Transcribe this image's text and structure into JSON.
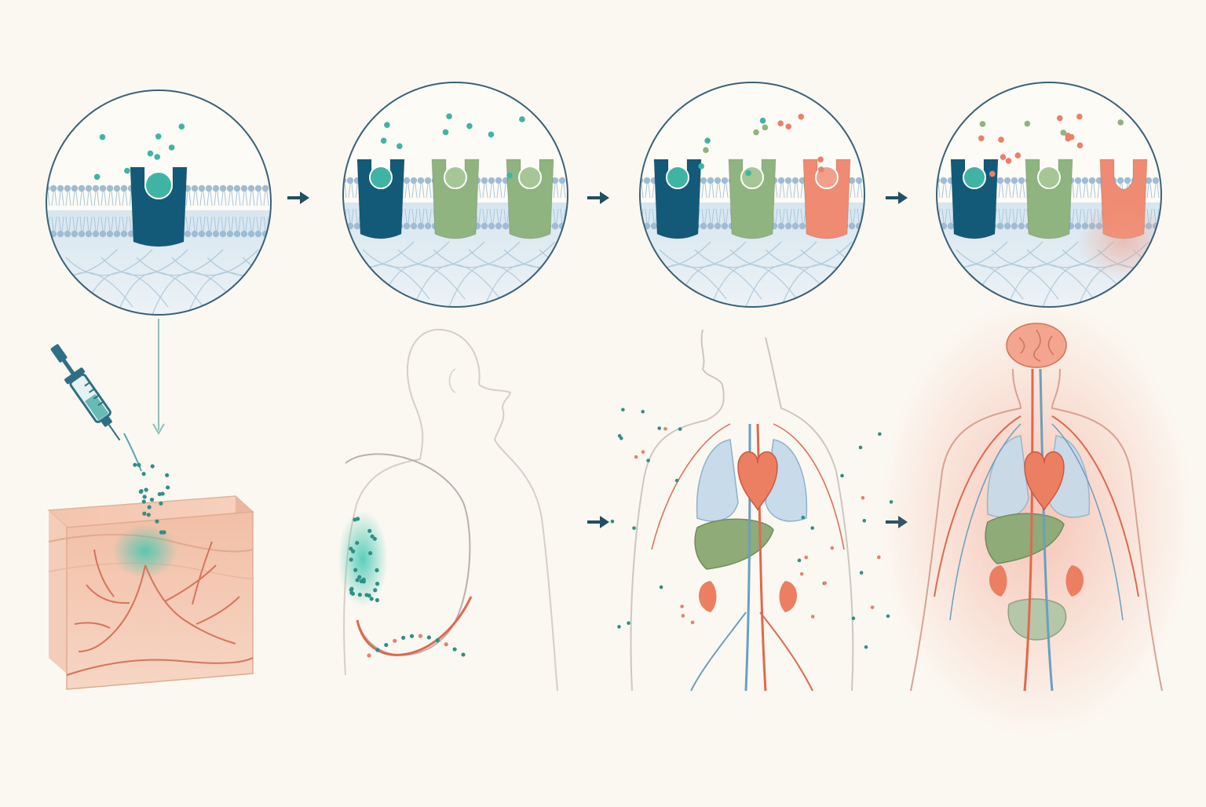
{
  "colors": {
    "background": "#fbf8f1",
    "receptor_blue": "#135a78",
    "receptor_green": "#8fb47f",
    "receptor_coral": "#ef8b72",
    "ligand_teal": "#3fb4a4",
    "ligand_coral": "#ea7f6a",
    "membrane": "#a9c6da",
    "vessel_red": "#e0684f",
    "vessel_blue": "#6a9fc0",
    "body_outline": "#cfc7bd",
    "arrow": "#244e62"
  },
  "stages": [
    {
      "receptors": [
        "blue"
      ],
      "ligand_mix": "teal",
      "body": "skin-tissue-injection"
    },
    {
      "receptors": [
        "blue",
        "green",
        "green"
      ],
      "ligand_mix": "teal",
      "body": "upper-body-circulation-start"
    },
    {
      "receptors": [
        "blue",
        "green",
        "coral"
      ],
      "ligand_mix": "teal-and-coral",
      "body": "torso-organ-distribution"
    },
    {
      "receptors": [
        "blue",
        "green",
        "coral"
      ],
      "ligand_mix": "mostly-coral",
      "body": "full-body-systemic-spread"
    }
  ],
  "icons": [
    "syringe-icon",
    "heart-icon",
    "lungs-icon",
    "liver-icon",
    "kidney-icon",
    "brain-icon",
    "intestine-icon"
  ]
}
